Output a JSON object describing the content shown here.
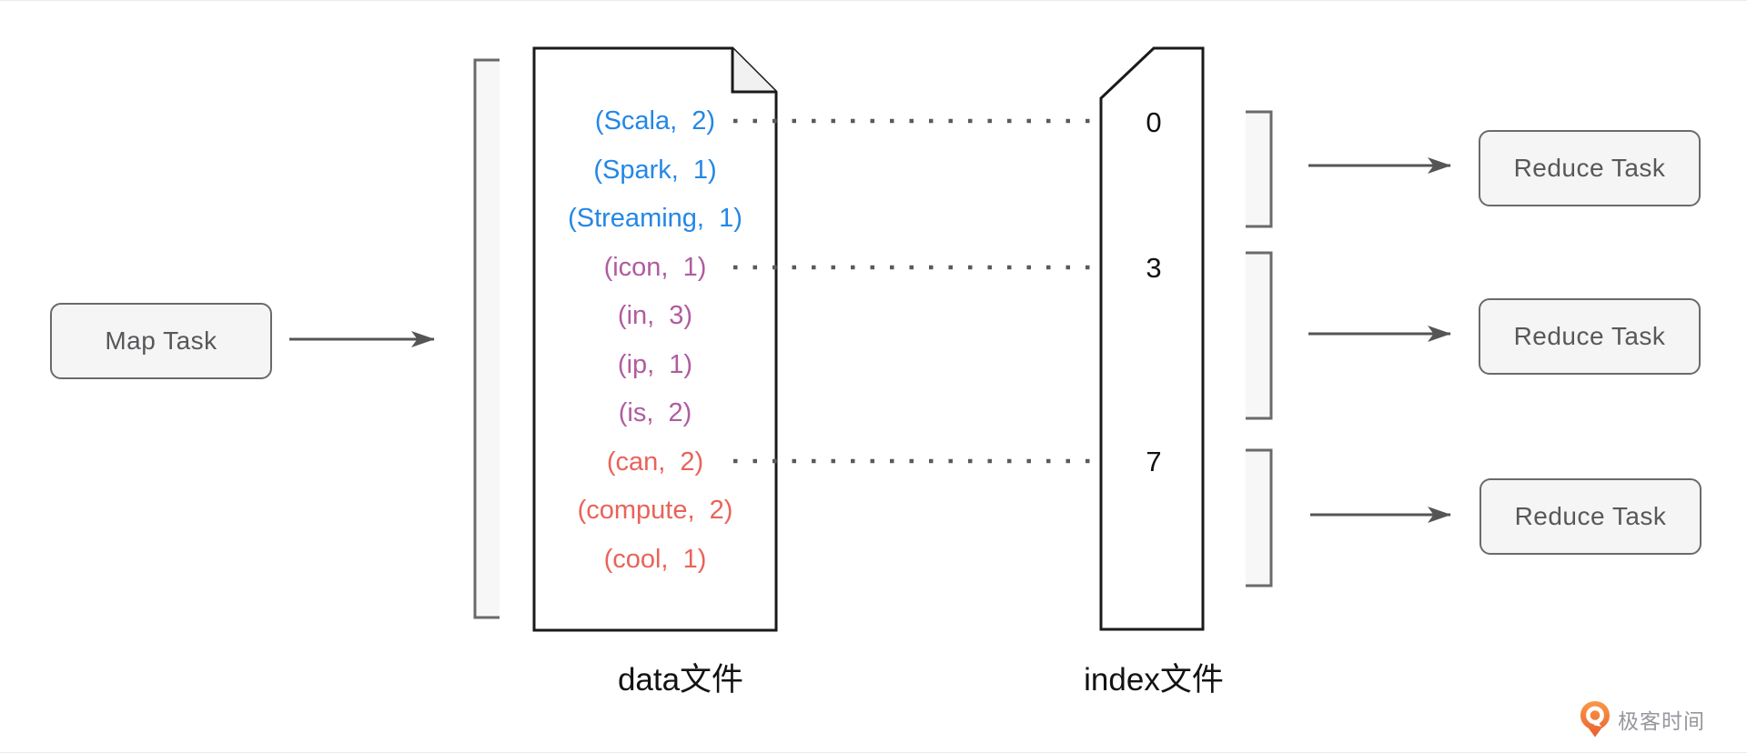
{
  "map_task": {
    "label": "Map Task"
  },
  "reduce_tasks": [
    {
      "label": "Reduce Task"
    },
    {
      "label": "Reduce Task"
    },
    {
      "label": "Reduce Task"
    }
  ],
  "data_file": {
    "label": "data文件",
    "entries": [
      {
        "text": "(Scala,  2)",
        "group": "blue"
      },
      {
        "text": "(Spark,  1)",
        "group": "blue"
      },
      {
        "text": "(Streaming,  1)",
        "group": "blue"
      },
      {
        "text": "(icon,  1)",
        "group": "purple"
      },
      {
        "text": "(in,  3)",
        "group": "purple"
      },
      {
        "text": "(ip,  1)",
        "group": "purple"
      },
      {
        "text": "(is,  2)",
        "group": "purple"
      },
      {
        "text": "(can,  2)",
        "group": "red"
      },
      {
        "text": "(compute,  2)",
        "group": "red"
      },
      {
        "text": "(cool,  1)",
        "group": "red"
      }
    ]
  },
  "index_file": {
    "label": "index文件",
    "offsets": [
      "0",
      "3",
      "7"
    ]
  },
  "colors": {
    "blue": "#2487E6",
    "purple": "#B05CA0",
    "red": "#E9635A",
    "shape_outline": "#1a1a1a",
    "connector_gray": "#5a5a5a",
    "bracket_gray": "#6a6a6a",
    "logo_orange": "#F07036"
  },
  "logo": {
    "text": "极客时间"
  }
}
